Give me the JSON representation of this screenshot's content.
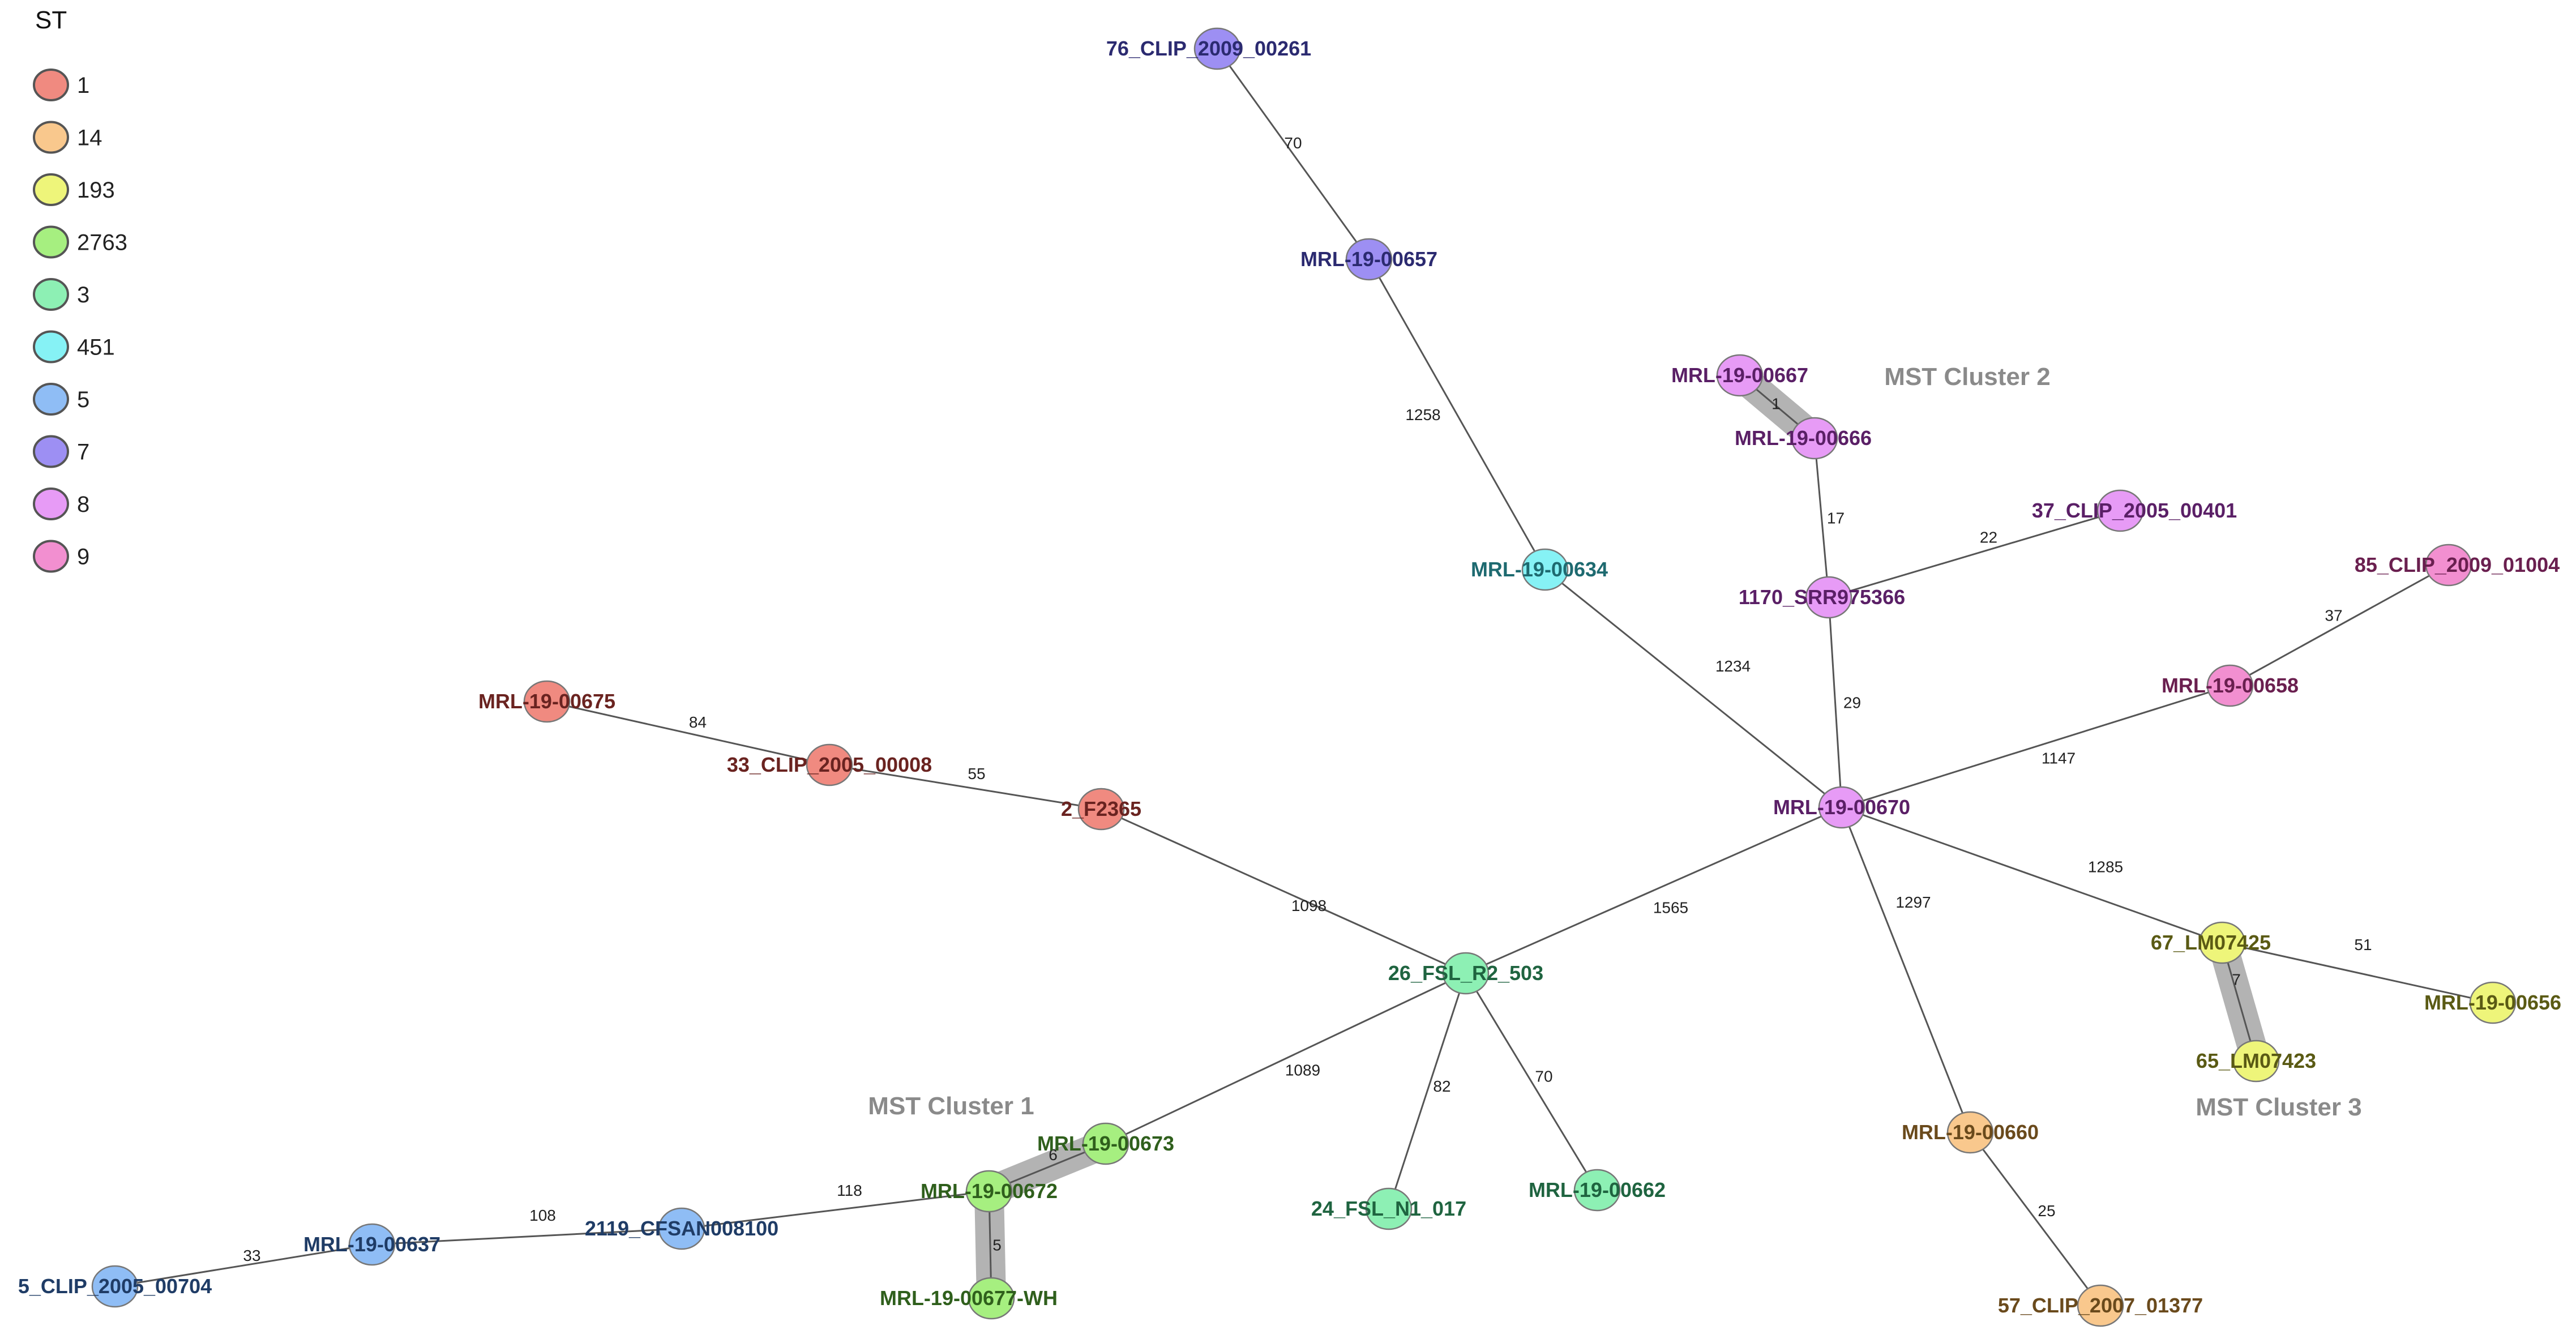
{
  "legend": {
    "title": "ST",
    "items": [
      {
        "label": "1",
        "color": "#f08a80"
      },
      {
        "label": "14",
        "color": "#f9c88d"
      },
      {
        "label": "193",
        "color": "#eef57a"
      },
      {
        "label": "2763",
        "color": "#a6ef80"
      },
      {
        "label": "3",
        "color": "#8df0b4"
      },
      {
        "label": "451",
        "color": "#86f2f5"
      },
      {
        "label": "5",
        "color": "#8fbdf5"
      },
      {
        "label": "7",
        "color": "#9d8ff3"
      },
      {
        "label": "8",
        "color": "#e79bf6"
      },
      {
        "label": "9",
        "color": "#f28fd0"
      }
    ]
  },
  "nodes": [
    {
      "id": "n76",
      "label": "76_CLIP_2009_00261",
      "st": "7",
      "color": "#9d8ff3",
      "text_color": "#2b2a70"
    },
    {
      "id": "n657",
      "label": "MRL-19-00657",
      "st": "7",
      "color": "#9d8ff3",
      "text_color": "#2b2a70"
    },
    {
      "id": "n634",
      "label": "MRL-19-00634",
      "st": "451",
      "color": "#86f2f5",
      "text_color": "#1e6a70"
    },
    {
      "id": "n667",
      "label": "MRL-19-00667",
      "st": "8",
      "color": "#e79bf6",
      "text_color": "#5a1f66"
    },
    {
      "id": "n666",
      "label": "MRL-19-00666",
      "st": "8",
      "color": "#e79bf6",
      "text_color": "#5a1f66"
    },
    {
      "id": "n1170",
      "label": "1170_SRR975366",
      "st": "8",
      "color": "#e79bf6",
      "text_color": "#5a1f66"
    },
    {
      "id": "n37",
      "label": "37_CLIP_2005_00401",
      "st": "8",
      "color": "#e79bf6",
      "text_color": "#5a1f66"
    },
    {
      "id": "n85",
      "label": "85_CLIP_2009_01004",
      "st": "9",
      "color": "#f28fd0",
      "text_color": "#6a1f4f"
    },
    {
      "id": "n658",
      "label": "MRL-19-00658",
      "st": "9",
      "color": "#f28fd0",
      "text_color": "#6a1f4f"
    },
    {
      "id": "n670",
      "label": "MRL-19-00670",
      "st": "8",
      "color": "#e79bf6",
      "text_color": "#5a1f66"
    },
    {
      "id": "n675",
      "label": "MRL-19-00675",
      "st": "1",
      "color": "#f08a80",
      "text_color": "#6a2320"
    },
    {
      "id": "n33",
      "label": "33_CLIP_2005_00008",
      "st": "1",
      "color": "#f08a80",
      "text_color": "#6a2320"
    },
    {
      "id": "n2",
      "label": "2_F2365",
      "st": "1",
      "color": "#f08a80",
      "text_color": "#6a2320"
    },
    {
      "id": "n26",
      "label": "26_FSL_R2_503",
      "st": "3",
      "color": "#8df0b4",
      "text_color": "#1f6440"
    },
    {
      "id": "n24",
      "label": "24_FSL_N1_017",
      "st": "3",
      "color": "#8df0b4",
      "text_color": "#1f6440"
    },
    {
      "id": "n662",
      "label": "MRL-19-00662",
      "st": "3",
      "color": "#8df0b4",
      "text_color": "#1f6440"
    },
    {
      "id": "n673",
      "label": "MRL-19-00673",
      "st": "2763",
      "color": "#a6ef80",
      "text_color": "#2f5f1c"
    },
    {
      "id": "n672",
      "label": "MRL-19-00672",
      "st": "2763",
      "color": "#a6ef80",
      "text_color": "#2f5f1c"
    },
    {
      "id": "n677",
      "label": "MRL-19-00677-WH",
      "st": "2763",
      "color": "#a6ef80",
      "text_color": "#2f5f1c"
    },
    {
      "id": "n2119",
      "label": "2119_CFSAN008100",
      "st": "5",
      "color": "#8fbdf5",
      "text_color": "#1f3c66"
    },
    {
      "id": "n637",
      "label": "MRL-19-00637",
      "st": "5",
      "color": "#8fbdf5",
      "text_color": "#1f3c66"
    },
    {
      "id": "n5",
      "label": "5_CLIP_2005_00704",
      "st": "5",
      "color": "#8fbdf5",
      "text_color": "#1f3c66"
    },
    {
      "id": "n660",
      "label": "MRL-19-00660",
      "st": "14",
      "color": "#f9c88d",
      "text_color": "#6a4a1c"
    },
    {
      "id": "n57",
      "label": "57_CLIP_2007_01377",
      "st": "14",
      "color": "#f9c88d",
      "text_color": "#6a4a1c"
    },
    {
      "id": "n67",
      "label": "67_LM07425",
      "st": "193",
      "color": "#eef57a",
      "text_color": "#5a5a14"
    },
    {
      "id": "n65",
      "label": "65_LM07423",
      "st": "193",
      "color": "#eef57a",
      "text_color": "#5a5a14"
    },
    {
      "id": "n656",
      "label": "MRL-19-00656",
      "st": "193",
      "color": "#eef57a",
      "text_color": "#5a5a14"
    }
  ],
  "edges": [
    {
      "from": "n76",
      "to": "n657",
      "label": "70"
    },
    {
      "from": "n657",
      "to": "n634",
      "label": "1258"
    },
    {
      "from": "n634",
      "to": "n670",
      "label": "1234"
    },
    {
      "from": "n667",
      "to": "n666",
      "label": "1"
    },
    {
      "from": "n666",
      "to": "n1170",
      "label": "17"
    },
    {
      "from": "n1170",
      "to": "n37",
      "label": "22"
    },
    {
      "from": "n1170",
      "to": "n670",
      "label": "29"
    },
    {
      "from": "n85",
      "to": "n658",
      "label": "37"
    },
    {
      "from": "n658",
      "to": "n670",
      "label": "1147"
    },
    {
      "from": "n670",
      "to": "n67",
      "label": "1285"
    },
    {
      "from": "n67",
      "to": "n656",
      "label": "51"
    },
    {
      "from": "n67",
      "to": "n65",
      "label": "7"
    },
    {
      "from": "n670",
      "to": "n660",
      "label": "1297"
    },
    {
      "from": "n660",
      "to": "n57",
      "label": "25"
    },
    {
      "from": "n670",
      "to": "n26",
      "label": "1565"
    },
    {
      "from": "n675",
      "to": "n33",
      "label": "84"
    },
    {
      "from": "n33",
      "to": "n2",
      "label": "55"
    },
    {
      "from": "n2",
      "to": "n26",
      "label": "1098"
    },
    {
      "from": "n26",
      "to": "n673",
      "label": "1089"
    },
    {
      "from": "n26",
      "to": "n24",
      "label": "82"
    },
    {
      "from": "n26",
      "to": "n662",
      "label": "70"
    },
    {
      "from": "n673",
      "to": "n672",
      "label": "6"
    },
    {
      "from": "n672",
      "to": "n677",
      "label": "5"
    },
    {
      "from": "n672",
      "to": "n2119",
      "label": "118"
    },
    {
      "from": "n2119",
      "to": "n637",
      "label": "108"
    },
    {
      "from": "n637",
      "to": "n5",
      "label": "33"
    }
  ],
  "clusters": [
    {
      "label": "MST Cluster 1",
      "members": [
        "n673",
        "n672",
        "n677"
      ]
    },
    {
      "label": "MST Cluster 2",
      "members": [
        "n667",
        "n666"
      ]
    },
    {
      "label": "MST Cluster 3",
      "members": [
        "n67",
        "n65"
      ]
    }
  ]
}
